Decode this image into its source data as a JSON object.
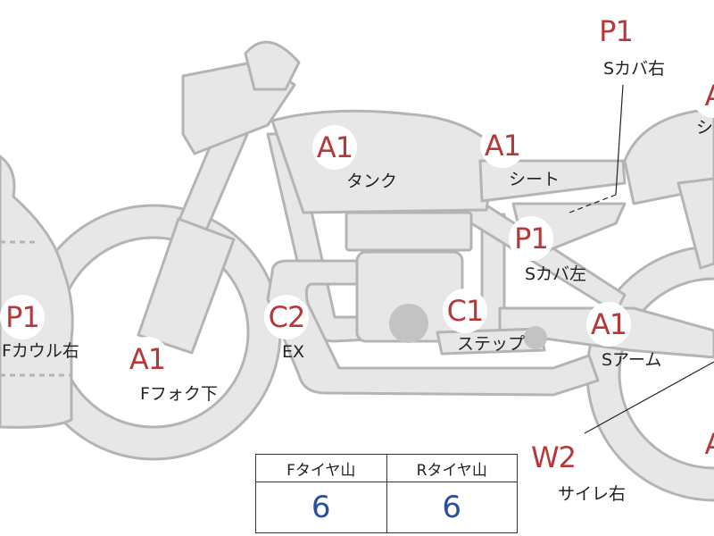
{
  "colors": {
    "marker_text": "#b5393a",
    "tread_value": "#2a4f9c",
    "part_fill": "#e6e7e6",
    "part_stroke": "#b3b5b3",
    "engine_circle": "#c2c3c2"
  },
  "markers": [
    {
      "id": "p1-rear-cover-right",
      "grade": "P1",
      "label": "Sカバ右"
    },
    {
      "id": "a1-top-right",
      "grade": "A",
      "label": "シ"
    },
    {
      "id": "a1-tank",
      "grade": "A1",
      "label": "タンク"
    },
    {
      "id": "a1-seat",
      "grade": "A1",
      "label": "シート"
    },
    {
      "id": "p1-side-cover-left",
      "grade": "P1",
      "label": "Sカバ左"
    },
    {
      "id": "p1-front-cowl-right",
      "grade": "P1",
      "label": "Fカウル右"
    },
    {
      "id": "a1-front-fork",
      "grade": "A1",
      "label": "Fフォク下"
    },
    {
      "id": "c2-exhaust",
      "grade": "C2",
      "label": "EX"
    },
    {
      "id": "c1-step",
      "grade": "C1",
      "label": "ステップ"
    },
    {
      "id": "a1-swingarm",
      "grade": "A1",
      "label": "Sアーム"
    },
    {
      "id": "w2-muffler-right",
      "grade": "W2",
      "label": "サイレ右"
    },
    {
      "id": "a-rear-bottom",
      "grade": "A",
      "label": ""
    }
  ],
  "tire_table": {
    "headers": [
      "Fタイヤ山",
      "Rタイヤ山"
    ],
    "values": [
      "6",
      "6"
    ]
  }
}
